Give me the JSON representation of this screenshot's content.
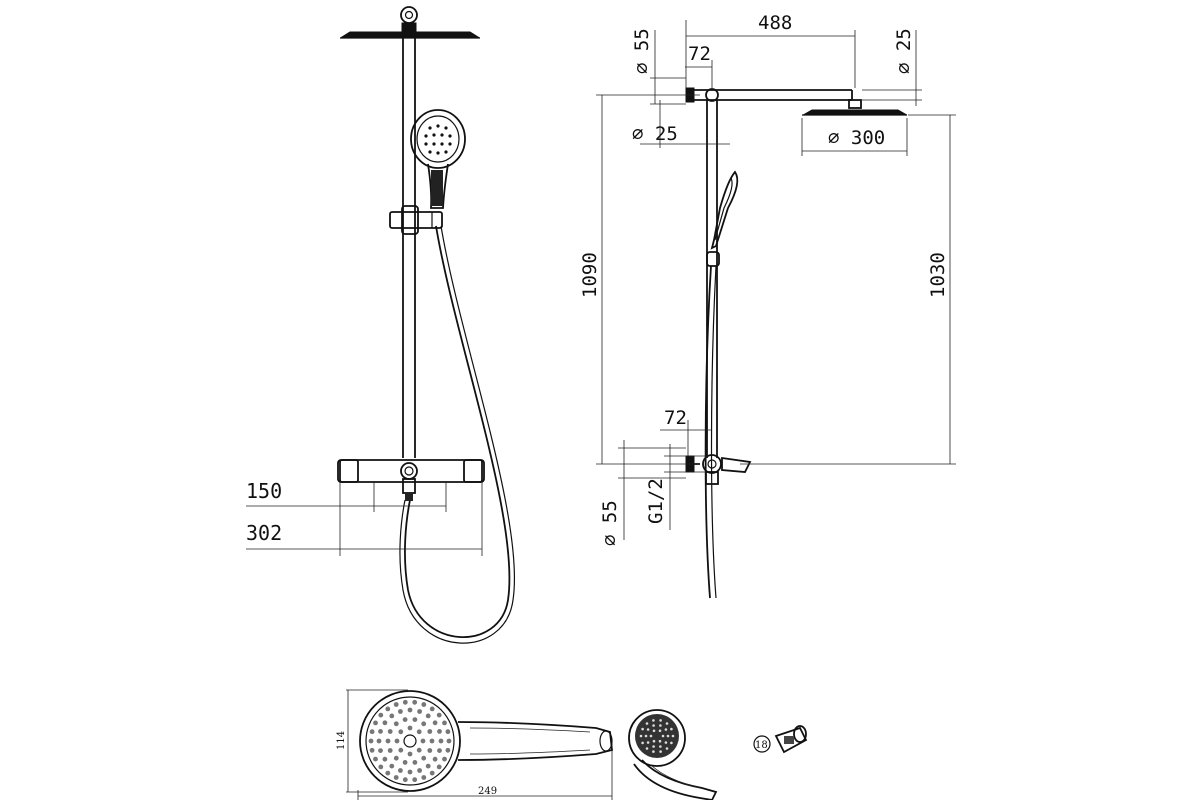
{
  "front_view": {
    "dim_bottom_inner": "150",
    "dim_bottom_outer": "302"
  },
  "side_view": {
    "dim_arm_length": "488",
    "dim_arm_offset_top": "72",
    "dim_flange_top": "∅ 55",
    "dim_pipe_top_right": "∅ 25",
    "dim_pipe_left": "∅ 25",
    "dim_head_diameter": "∅ 300",
    "dim_total_height": "1090",
    "dim_head_height": "1030",
    "dim_arm_offset_bottom": "72",
    "dim_flange_bottom": "∅ 55",
    "dim_thread": "G1/2"
  },
  "detail_views": {
    "handshower_width": "114",
    "handshower_length": "249",
    "nozzle_count": "18"
  }
}
